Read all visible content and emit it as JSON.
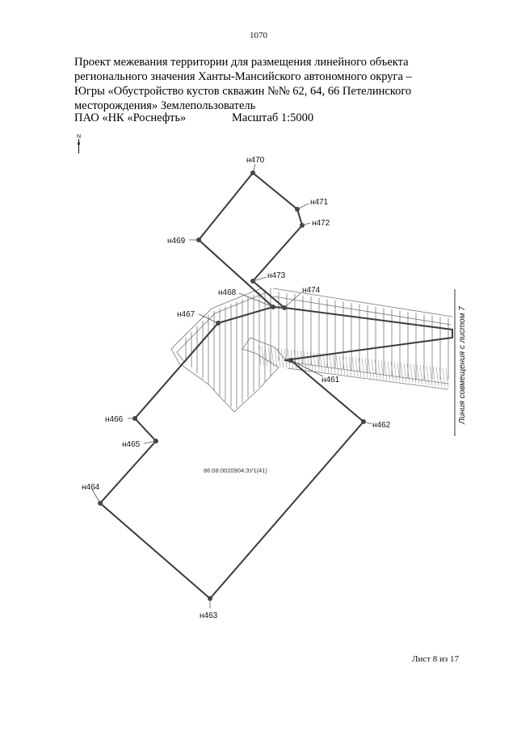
{
  "page_number": "1070",
  "title_lines": [
    "Проект межевания территории для размещения линейного объекта",
    "регионального значения Ханты-Мансийского автономного округа –",
    "Югры «Обустройство кустов скважин №№ 62, 64, 66 Петелинского",
    "месторождения» Землепользователь"
  ],
  "owner": "ПАО «НК «Роснефть»",
  "scale": "Масштаб 1:5000",
  "north_arrow": {
    "icon": "north-arrow-icon",
    "letter": "N"
  },
  "parcel_points": {
    "n470": "н470",
    "n471": "н471",
    "n472": "н472",
    "n473": "н473",
    "n474": "н474",
    "n469": "н469",
    "n468": "н468",
    "n467": "н467",
    "n466": "н466",
    "n465": "н465",
    "n464": "н464",
    "n463": "н463",
    "n462": "н462",
    "n461": "н461"
  },
  "cadastral_number": "86:08:0020904:ЗУ1(41)",
  "match_line_label": "Линия совмещения с листом 7",
  "sheet_number": "Лист 8 из 17",
  "colors": {
    "boundary": "#3a3a3a",
    "hatch": "#555555",
    "text": "#111111"
  }
}
